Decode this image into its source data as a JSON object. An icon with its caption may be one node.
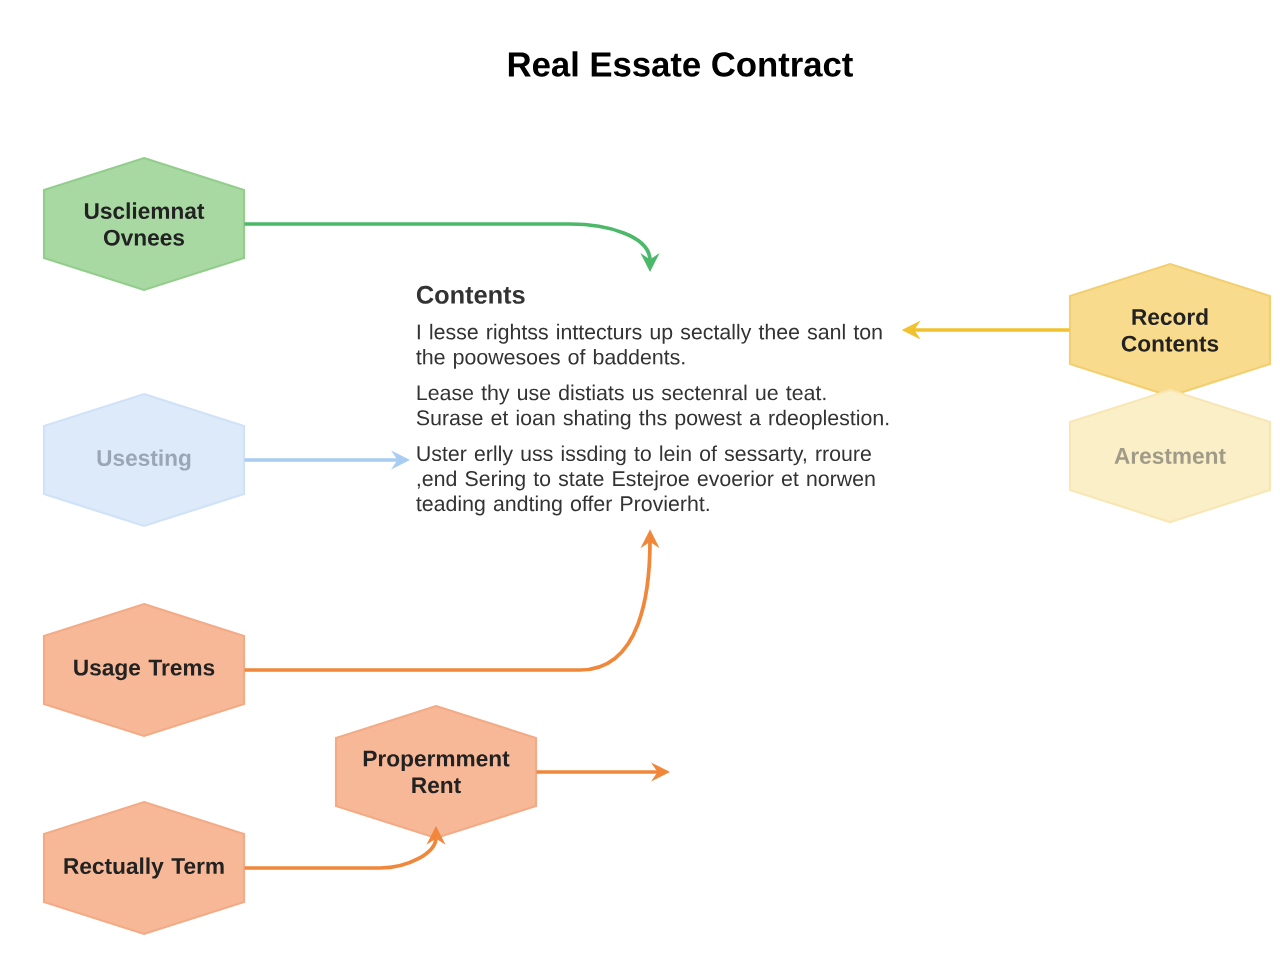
{
  "diagram": {
    "title": "Real Essate Contract",
    "nodes": [
      {
        "text": [
          "Uscliemnat Ovnees"
        ]
      },
      {
        "text": [
          "Contents",
          "I lesse rightss inttecturs up sectally thee sanl ton the poowesoes of baddents.",
          "Lease thy use distiats us sectenral ue teat. Surase et ioan shating ths powest a rdeoplestion.",
          "Uster erlly uss issding to lein of sessarty, rroure ,end Sering to state Estejroe evoerior et norwen teading andting offer Provierht."
        ]
      },
      {
        "text": [
          "Record Contents"
        ]
      },
      {
        "text": [
          "Usesting"
        ]
      },
      {
        "text": [
          "Arestment"
        ]
      },
      {
        "text": [
          "Usage Trems"
        ]
      },
      {
        "text": [
          "Propermment Rent"
        ]
      },
      {
        "text": [
          "Rectually Term"
        ]
      }
    ],
    "edges": [
      {
        "from": 0,
        "to": 1,
        "arrow": "to",
        "color": "#4cb86a"
      },
      {
        "from": 2,
        "to": 1,
        "arrow": "to",
        "color": "#f2c12e"
      },
      {
        "from": 3,
        "to": 1,
        "arrow": "to",
        "color": "#a9cdf2"
      },
      {
        "from": 5,
        "to": 1,
        "arrow": "to"
      },
      {
        "from": 7,
        "to": 6,
        "arrow": "to"
      },
      {
        "from": 6,
        "to": null,
        "arrow": "to"
      }
    ]
  }
}
